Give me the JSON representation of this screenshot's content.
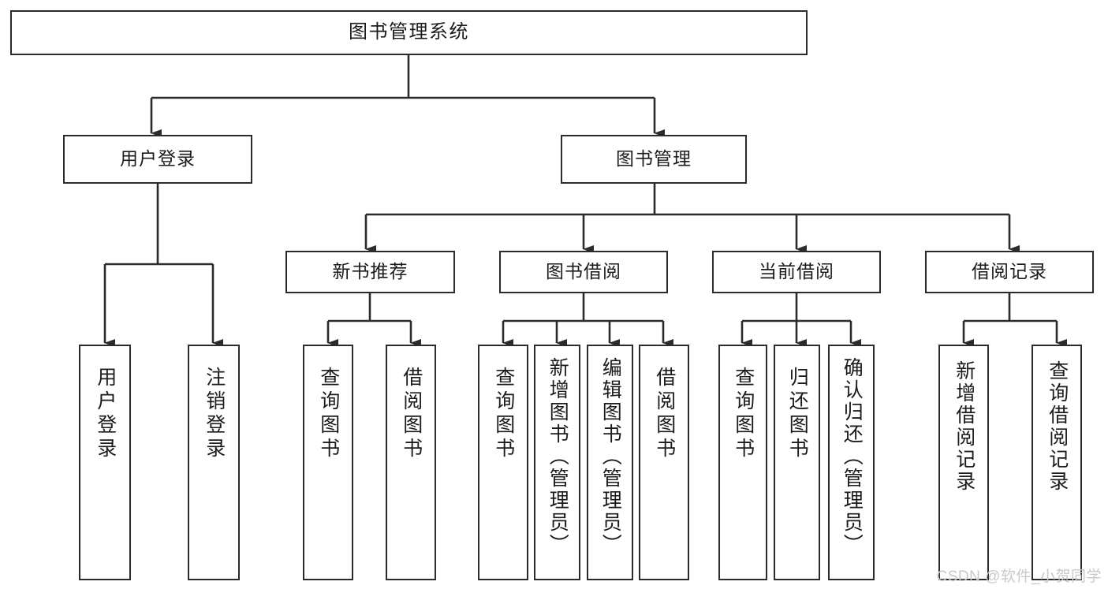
{
  "diagram": {
    "title": "图书管理系统",
    "type": "tree-hierarchy",
    "root": {
      "label": "图书管理系统"
    },
    "level1": [
      {
        "id": "user-login",
        "label": "用户登录"
      },
      {
        "id": "book-manage",
        "label": "图书管理"
      }
    ],
    "level2": [
      {
        "id": "new-book-recommend",
        "label": "新书推荐",
        "parent": "book-manage"
      },
      {
        "id": "book-borrow",
        "label": "图书借阅",
        "parent": "book-manage"
      },
      {
        "id": "current-borrow",
        "label": "当前借阅",
        "parent": "book-manage"
      },
      {
        "id": "borrow-record",
        "label": "借阅记录",
        "parent": "book-manage"
      }
    ],
    "leaves": [
      {
        "id": "leaf-user-login",
        "label": "用户登录",
        "parent": "user-login"
      },
      {
        "id": "leaf-logout-login",
        "label": "注销登录",
        "parent": "user-login"
      },
      {
        "id": "leaf-query-book-1",
        "label": "查询图书",
        "parent": "new-book-recommend"
      },
      {
        "id": "leaf-borrow-book-1",
        "label": "借阅图书",
        "parent": "new-book-recommend"
      },
      {
        "id": "leaf-query-book-2",
        "label": "查询图书",
        "parent": "book-borrow"
      },
      {
        "id": "leaf-add-book",
        "label": "新增图书（管理员）",
        "parent": "book-borrow"
      },
      {
        "id": "leaf-edit-book",
        "label": "编辑图书（管理员）",
        "parent": "book-borrow"
      },
      {
        "id": "leaf-borrow-book-2",
        "label": "借阅图书",
        "parent": "book-borrow"
      },
      {
        "id": "leaf-query-book-3",
        "label": "查询图书",
        "parent": "current-borrow"
      },
      {
        "id": "leaf-return-book",
        "label": "归还图书",
        "parent": "current-borrow"
      },
      {
        "id": "leaf-confirm-return",
        "label": "确认归还（管理员）",
        "parent": "current-borrow"
      },
      {
        "id": "leaf-add-record",
        "label": "新增借阅记录",
        "parent": "borrow-record"
      },
      {
        "id": "leaf-query-record",
        "label": "查询借阅记录",
        "parent": "borrow-record"
      }
    ],
    "colors": {
      "box_border": "#2b2b2b",
      "box_fill": "#ffffff",
      "connector": "#2b2b2b",
      "text": "#1b1b1b",
      "watermark": "#c9c9c9"
    }
  },
  "watermark": {
    "text": "CSDN @软件_小贺同学"
  }
}
